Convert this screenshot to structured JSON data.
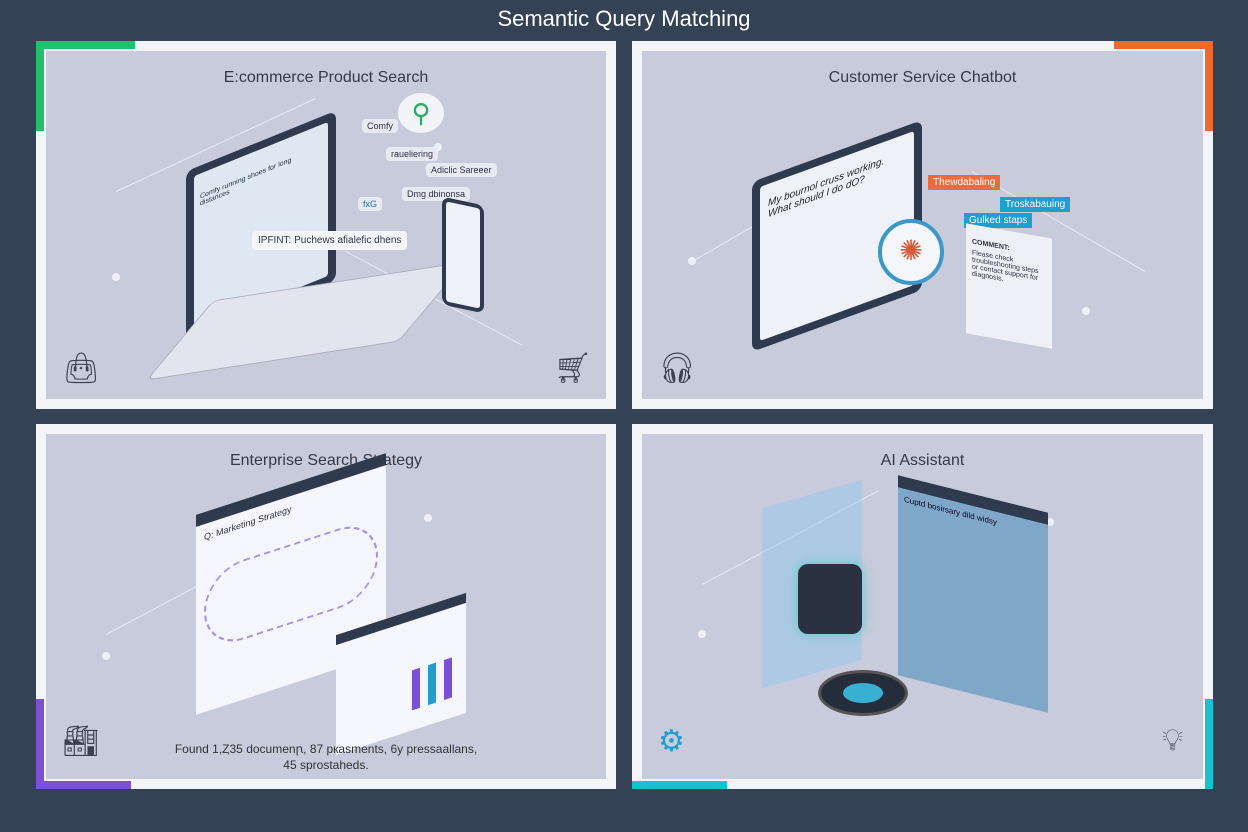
{
  "title": "Semantic Query Matching",
  "panels": {
    "ecommerce": {
      "title": "E:commerce Product Search",
      "labels": [
        "Comfy",
        "raueliering",
        "Adiclic Sareeer",
        "Dmg dbinonsa",
        "fxG"
      ],
      "intent": "IPFINT: Puchews afialefic dhens",
      "search_text": "Comfy running shoes for long distances",
      "icons": [
        "shopping-bag-icon",
        "hanger-icon",
        "cart-icon",
        "search-icon"
      ],
      "accent": "#22c06a"
    },
    "chatbot": {
      "title": "Customer Service Chatbot",
      "question": "My bournol cruss working. What should I do dO?",
      "tags": [
        {
          "text": "Thewdabaling",
          "color": "#ef6a3a"
        },
        {
          "text": "Troskabauing",
          "color": "#1f9fcf"
        },
        {
          "text": "Gulked staps",
          "color": "#1f9fcf"
        }
      ],
      "card_title": "COMMENT:",
      "card_text": "Flease check troubleshooting steps or contact support for diagnosis.",
      "icons": [
        "headset-icon",
        "brain-icon",
        "gear-icon"
      ],
      "accent": "#ef6a2e"
    },
    "enterprise": {
      "title": "Enterprise Search Strategy",
      "window_title": "Q: Marketing Strategy",
      "caption_line1": "Found 1,Ȥ35 documenꞃ, 87 pкasments, 6y pressaallans,",
      "caption_line2": "45 sprostaheds.",
      "icons": [
        "factory-icon",
        "bell-icon"
      ],
      "accent": "#7b4fd6"
    },
    "assistant": {
      "title": "AI Assistant",
      "window_title": "Cuptd bosirsary dild widsy",
      "icons": [
        "gear-icon",
        "lightbulb-ai-icon",
        "brain-icon"
      ],
      "accent": "#19c0cf"
    }
  }
}
